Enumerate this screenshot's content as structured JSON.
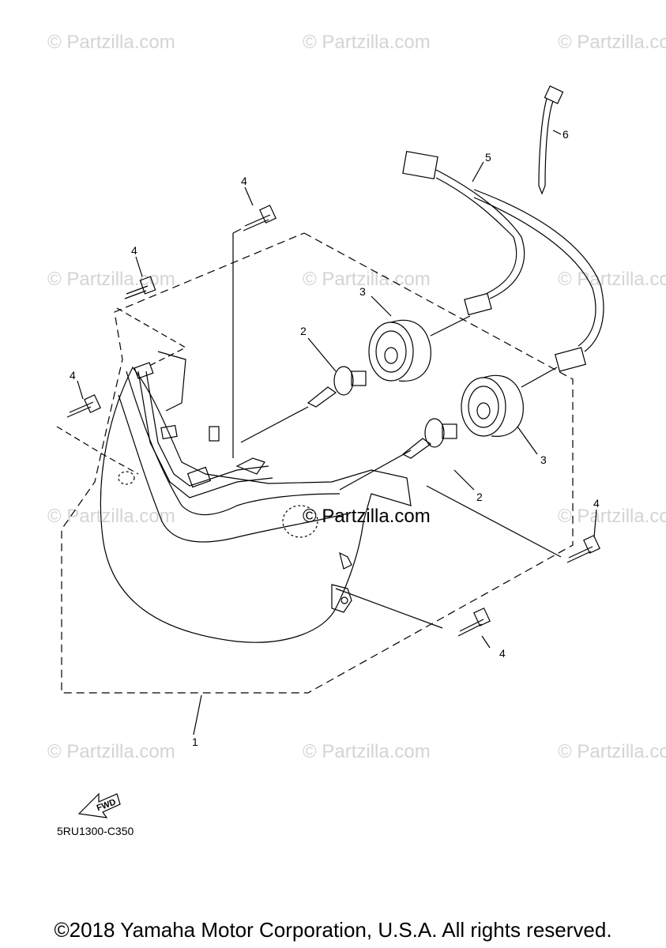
{
  "watermark": {
    "text": "© Partzilla.com",
    "center_text": "© Partzilla.com"
  },
  "callouts": {
    "part1": "1",
    "part2a": "2",
    "part2b": "2",
    "part3a": "3",
    "part3b": "3",
    "part4a": "4",
    "part4b": "4",
    "part4c": "4",
    "part4d": "4",
    "part4e": "4",
    "part5": "5",
    "part6": "6"
  },
  "fwd_label": "FWD",
  "diagram_code": "5RU1300-C350",
  "copyright": "©2018 Yamaha Motor Corporation, U.S.A. All rights reserved."
}
